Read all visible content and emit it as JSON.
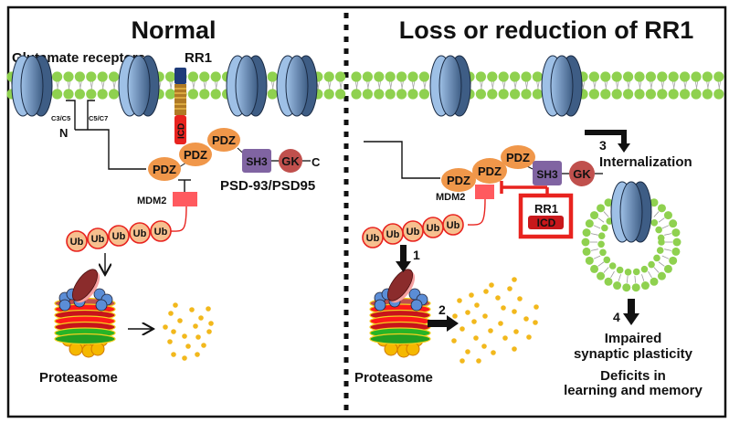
{
  "left_panel": {
    "title": "Normal",
    "receptor_label": "Glutamate receptors",
    "rr1_label": "RR1",
    "icd_label": "ICD",
    "site_labels": [
      "C3/C5",
      "C5/C7"
    ],
    "n_terminus": "N",
    "c_terminus": "C",
    "pdz_labels": [
      "PDZ",
      "PDZ",
      "PDZ"
    ],
    "sh3_label": "SH3",
    "gk_label": "GK",
    "scaffold_label": "PSD-93/PSD95",
    "mdm2_label": "MDM2",
    "ub_labels": [
      "Ub",
      "Ub",
      "Ub",
      "Ub",
      "Ub"
    ],
    "proteasome_label": "Proteasome"
  },
  "right_panel": {
    "title": "Loss or reduction of RR1",
    "pdz_labels": [
      "PDZ",
      "PDZ",
      "PDZ"
    ],
    "sh3_label": "SH3",
    "gk_label": "GK",
    "mdm2_label": "MDM2",
    "rr1_label": "RR1",
    "icd_label": "ICD",
    "ub_labels": [
      "Ub",
      "Ub",
      "Ub",
      "Ub",
      "Ub"
    ],
    "proteasome_label": "Proteasome",
    "steps": [
      {
        "num": "1",
        "label": ""
      },
      {
        "num": "2",
        "label": ""
      },
      {
        "num": "3",
        "label": "Internalization"
      },
      {
        "num": "4",
        "label": ""
      }
    ],
    "outcome_1a": "Impaired",
    "outcome_1b": "synaptic plasticity",
    "outcome_2a": "Deficits in",
    "outcome_2b": "learning and memory"
  },
  "colors": {
    "lipid_head": "#8fd14f",
    "receptor": "#5b7ea8",
    "pdz": "#f0974a",
    "sh3": "#8064a2",
    "gk": "#c0504d",
    "mdm2": "#ff5a5f",
    "ub_fill": "#f6c08f",
    "ub_stroke": "#e8231f",
    "icd": "#e8231f",
    "peptide": "#f2b81c",
    "rr1_top": "#1f3c7a"
  }
}
